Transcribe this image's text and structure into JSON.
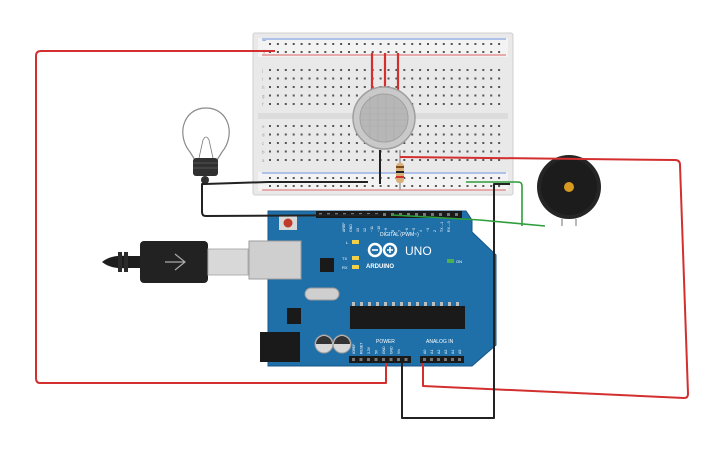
{
  "breadboard": {
    "rail_plus": "+",
    "rail_minus": "−",
    "row_letters_top": [
      "j",
      "i",
      "h",
      "g",
      "f"
    ],
    "row_letters_bottom": [
      "e",
      "d",
      "c",
      "b",
      "a"
    ],
    "column_count": 30
  },
  "arduino": {
    "brand": "ARDUINO",
    "model": "UNO",
    "digital_label": "DIGITAL (PWM~)",
    "power_label": "POWER",
    "analog_label": "ANALOG IN",
    "on_label": "ON",
    "led_l": "L",
    "led_tx": "TX",
    "led_rx": "RX",
    "digital_pins": [
      "AREF",
      "GND",
      "13",
      "12",
      "~11",
      "~10",
      "~9",
      "8",
      "7",
      "~6",
      "~5",
      "4",
      "~3",
      "2",
      "TX→1",
      "RX←0"
    ],
    "power_pins": [
      "IOREF",
      "RESET",
      "3.3V",
      "5V",
      "GND",
      "GND",
      "Vin"
    ],
    "analog_pins": [
      "A0",
      "A1",
      "A2",
      "A3",
      "A4",
      "A5"
    ]
  },
  "components": {
    "bulb": "light-bulb",
    "gas_sensor": "gas-sensor",
    "resistor": "resistor",
    "buzzer": "piezo-buzzer",
    "usb_cable": "usb-cable"
  },
  "colors": {
    "wire_red": "#d32f2f",
    "wire_black": "#222222",
    "wire_green": "#2e9e3a",
    "board_blue": "#1f6fa8",
    "breadboard": "#ececec"
  }
}
